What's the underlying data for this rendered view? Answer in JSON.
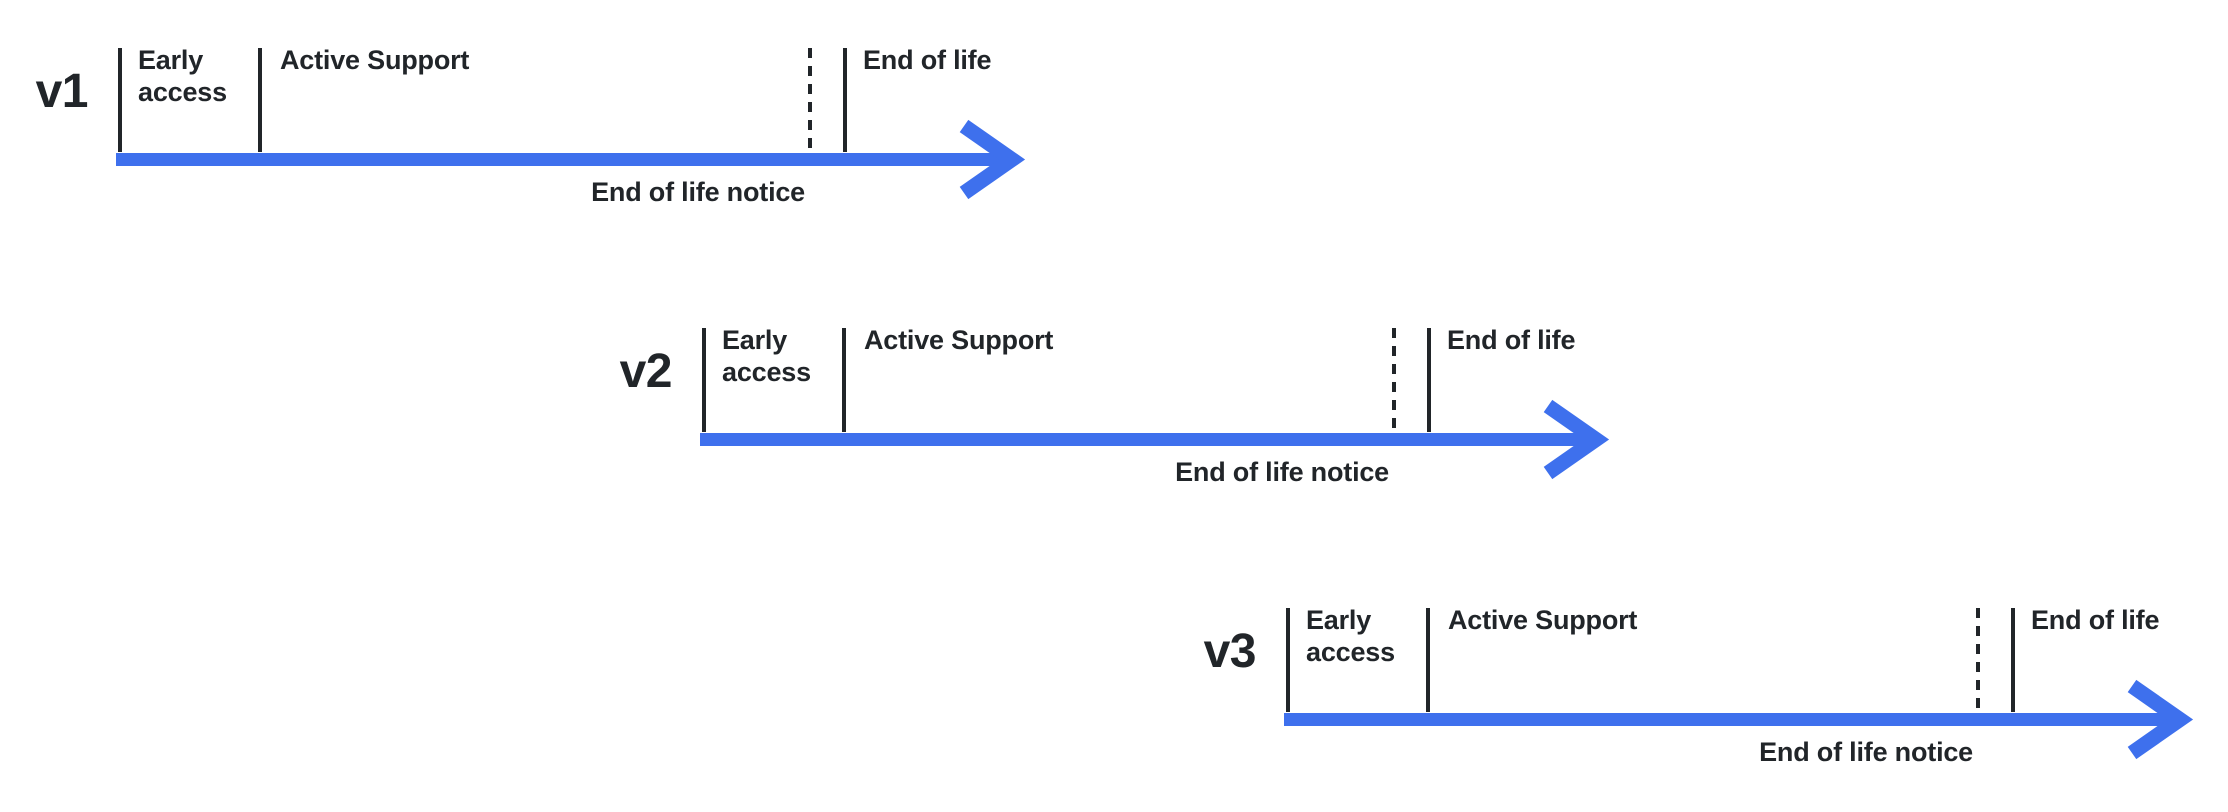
{
  "diagram": {
    "colors": {
      "arrow_blue": "#3E70ED",
      "ink": "#212529",
      "background": "#ffffff"
    },
    "timelines": [
      {
        "version": "v1",
        "early_access_label": "Early access",
        "active_support_label": "Active Support",
        "end_of_life_label": "End of life",
        "eol_notice_label": "End of life notice"
      },
      {
        "version": "v2",
        "early_access_label": "Early access",
        "active_support_label": "Active Support",
        "end_of_life_label": "End of life",
        "eol_notice_label": "End of life notice"
      },
      {
        "version": "v3",
        "early_access_label": "Early access",
        "active_support_label": "Active Support",
        "end_of_life_label": "End of life",
        "eol_notice_label": "End of life notice"
      }
    ]
  }
}
